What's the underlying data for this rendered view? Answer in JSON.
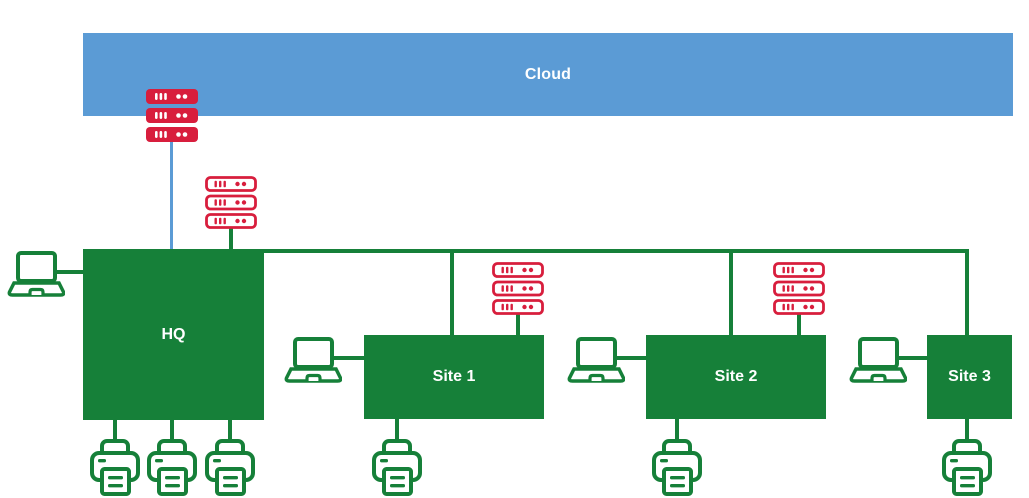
{
  "diagram": {
    "type": "network-topology",
    "cloud": {
      "label": "Cloud"
    },
    "sites": [
      {
        "id": "hq",
        "label": "HQ"
      },
      {
        "id": "site1",
        "label": "Site 1"
      },
      {
        "id": "site2",
        "label": "Site 2"
      },
      {
        "id": "site3",
        "label": "Site 3"
      }
    ],
    "devices": {
      "server_stacks": [
        {
          "icon": "server-stack-filled-icon",
          "attached_to": "Cloud"
        },
        {
          "icon": "server-stack-outline-icon",
          "attached_to": "HQ"
        },
        {
          "icon": "server-stack-outline-icon",
          "attached_to": "Site 1"
        },
        {
          "icon": "server-stack-outline-icon",
          "attached_to": "Site 2"
        }
      ],
      "laptops": [
        {
          "icon": "laptop-icon",
          "attached_to": "HQ"
        },
        {
          "icon": "laptop-icon",
          "attached_to": "Site 1"
        },
        {
          "icon": "laptop-icon",
          "attached_to": "Site 2"
        },
        {
          "icon": "laptop-icon",
          "attached_to": "Site 3"
        }
      ],
      "printers": [
        {
          "icon": "printer-icon",
          "attached_to": "HQ"
        },
        {
          "icon": "printer-icon",
          "attached_to": "HQ"
        },
        {
          "icon": "printer-icon",
          "attached_to": "HQ"
        },
        {
          "icon": "printer-icon",
          "attached_to": "Site 1"
        },
        {
          "icon": "printer-icon",
          "attached_to": "Site 2"
        },
        {
          "icon": "printer-icon",
          "attached_to": "Site 3"
        }
      ]
    },
    "connections": [
      "Cloud - filled server stack - HQ (blue line)",
      "outline server stack - HQ top",
      "HQ - horizontal bus - Site 1, Site 2, Site 3",
      "outline server stack - Site 1 top",
      "outline server stack - Site 2 top",
      "laptop - HQ left",
      "laptop - Site 1 left",
      "laptop - Site 2 left",
      "laptop - Site 3 left",
      "HQ bottom - 3 printers",
      "Site 1 bottom - printer",
      "Site 2 bottom - printer",
      "Site 3 bottom - printer"
    ],
    "colors": {
      "cloud_fill": "#5B9BD5",
      "site_fill": "#168039",
      "server_red": "#D81E3D",
      "connector_green": "#168039",
      "connector_blue": "#5B9BD5",
      "label_text": "#FFFFFF"
    }
  }
}
